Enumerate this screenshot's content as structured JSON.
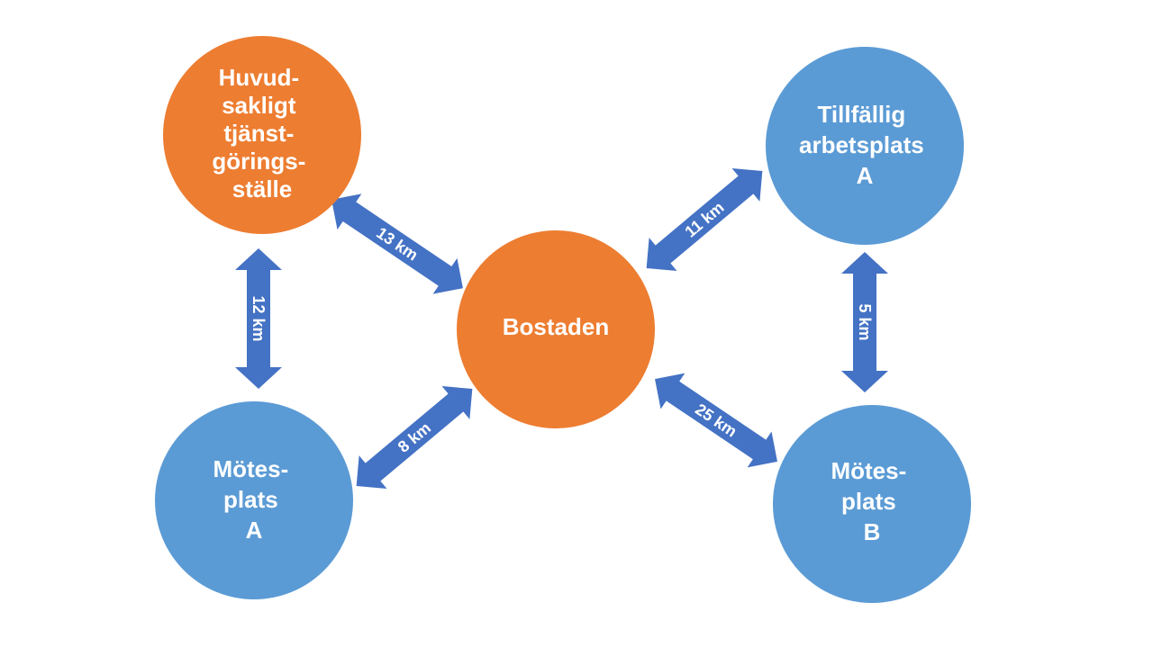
{
  "colors": {
    "orange": "#ED7D31",
    "blue": "#5B9BD5",
    "arrow": "#4472C4",
    "text": "#FFFFFF"
  },
  "nodes": {
    "huvud": {
      "lines": [
        "Huvud-",
        "sakligt",
        "tjänst-",
        "görings-",
        "ställe"
      ]
    },
    "bostaden": {
      "lines": [
        "Bostaden"
      ]
    },
    "tillfallig": {
      "lines": [
        "Tillfällig",
        "arbetsplats",
        "A"
      ]
    },
    "motesplats_a": {
      "lines": [
        "Mötes-",
        "plats",
        "A"
      ]
    },
    "motesplats_b": {
      "lines": [
        "Mötes-",
        "plats",
        "B"
      ]
    }
  },
  "edges": {
    "huvud_bostaden": "13 km",
    "huvud_motesplats_a": "12 km",
    "bostaden_motesplats_a": "8 km",
    "bostaden_tillfallig": "11 km",
    "tillfallig_motesplats_b": "5 km",
    "bostaden_motesplats_b": "25 km"
  }
}
